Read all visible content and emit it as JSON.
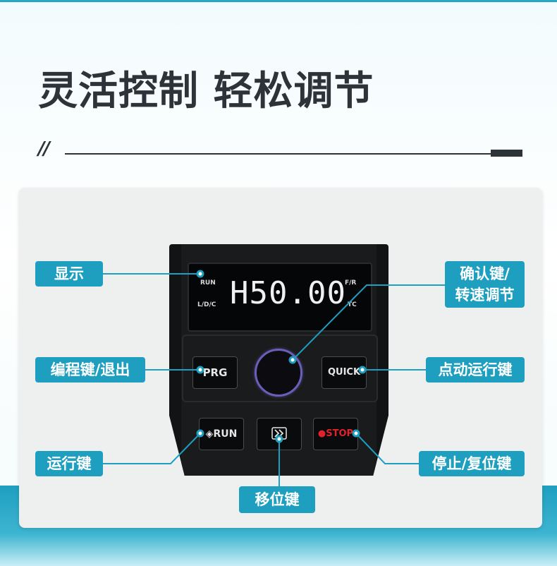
{
  "header": {
    "title": "灵活控制 轻松调节",
    "slashes": "//"
  },
  "display": {
    "run": "RUN",
    "ldc": "L/D/C",
    "value": "H50.00",
    "fr": "F/R",
    "tc": "TC"
  },
  "keys": {
    "prg": "PRG",
    "quick": "QUICK",
    "run": "RUN",
    "run_glyph": "◈",
    "stop": "STOP"
  },
  "callouts": {
    "display": "显示",
    "confirm_line1": "确认键/",
    "confirm_line2": "转速调节",
    "program": "编程键/退出",
    "jog": "点动运行键",
    "run": "运行键",
    "stop_reset": "停止/复位键",
    "shift": "移位键"
  },
  "colors": {
    "accent": "#1e9fbf",
    "title": "#2d3439",
    "stop_red": "#e0222a",
    "knob_ring": "#6a5fb8"
  },
  "icons": {
    "shift_key": "double-chevron-right-icon",
    "stop_key": "stop-icon"
  }
}
